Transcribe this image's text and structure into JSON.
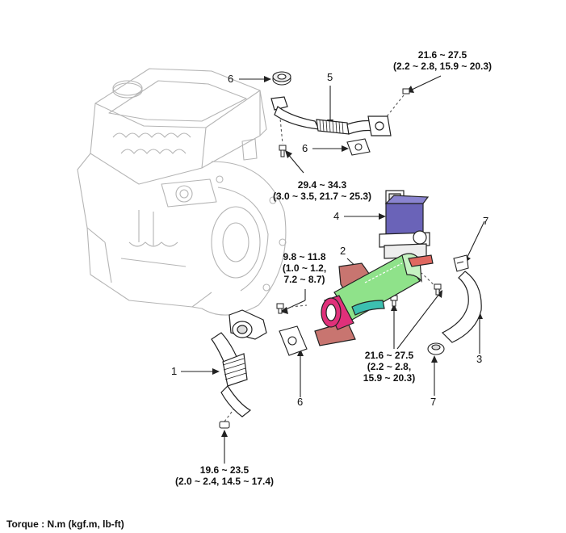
{
  "callouts": {
    "p1": "1",
    "p2": "2",
    "p3": "3",
    "p4": "4",
    "p5": "5",
    "p6a": "6",
    "p6b": "6",
    "p6c": "6",
    "p7a": "7",
    "p7b": "7"
  },
  "torques": {
    "t_top_right": [
      "21.6 ~ 27.5",
      "(2.2 ~ 2.8, 15.9 ~ 20.3)"
    ],
    "t_mid": [
      "29.4 ~ 34.3",
      "(3.0 ~ 3.5, 21.7 ~ 25.3)"
    ],
    "t_left_mid": [
      "9.8 ~ 11.8",
      "(1.0 ~ 1.2,",
      "7.2 ~ 8.7)"
    ],
    "t_right_mid": [
      "21.6 ~ 27.5",
      "(2.2 ~ 2.8,",
      "15.9 ~ 20.3)"
    ],
    "t_bottom": [
      "19.6 ~ 23.5",
      "(2.0 ~ 2.4, 14.5 ~ 17.4)"
    ]
  },
  "footer": {
    "torque_unit": "Torque : N.m (kgf.m, lb-ft)"
  },
  "colors": {
    "cooler_body": "#8fe28a",
    "cooler_end": "#e0307a",
    "bracket": "#c87570",
    "valve": "#6a63b8",
    "coolant_tube": "#3cc0b0",
    "outline": "#222222",
    "engine_line": "#b0b0b0"
  }
}
